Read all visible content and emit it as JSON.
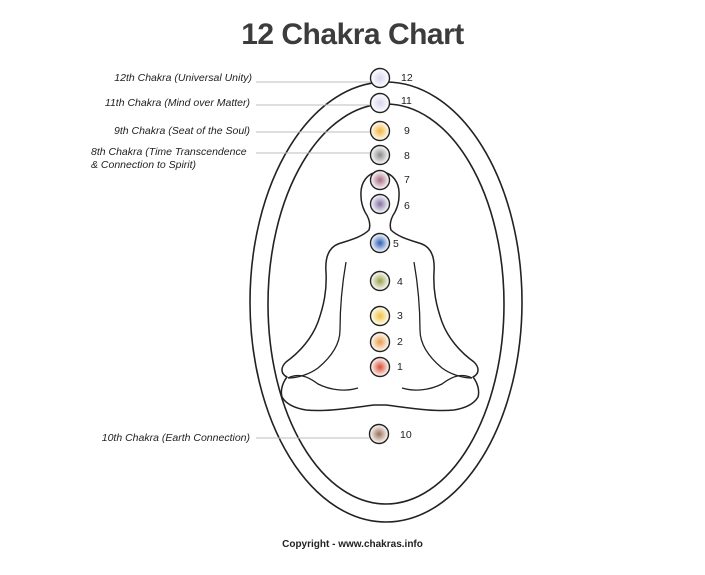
{
  "title": "12 Chakra Chart",
  "copyright": "Copyright - www.chakras.info",
  "chakras": [
    {
      "number": "12",
      "label": "12th Chakra (Universal Unity)",
      "color": "#d8d4ee"
    },
    {
      "number": "11",
      "label": "11th Chakra (Mind over Matter)",
      "color": "#d8d4ee"
    },
    {
      "number": "9",
      "label": "9th Chakra (Seat of the Soul)",
      "color": "#f2b53a"
    },
    {
      "number": "8",
      "label_line1": "8th Chakra (Time Transcendence",
      "label_line2": "& Connection to Spirit)",
      "color": "#8a8a8a"
    },
    {
      "number": "7",
      "color": "#a86a82"
    },
    {
      "number": "6",
      "color": "#8470a4"
    },
    {
      "number": "5",
      "color": "#2d5fb4"
    },
    {
      "number": "4",
      "color": "#9aa04c"
    },
    {
      "number": "3",
      "color": "#f0c23c"
    },
    {
      "number": "2",
      "color": "#eb9a4a"
    },
    {
      "number": "1",
      "color": "#d84c30"
    },
    {
      "number": "10",
      "label": "10th Chakra (Earth Connection)",
      "color": "#9a7058"
    }
  ]
}
